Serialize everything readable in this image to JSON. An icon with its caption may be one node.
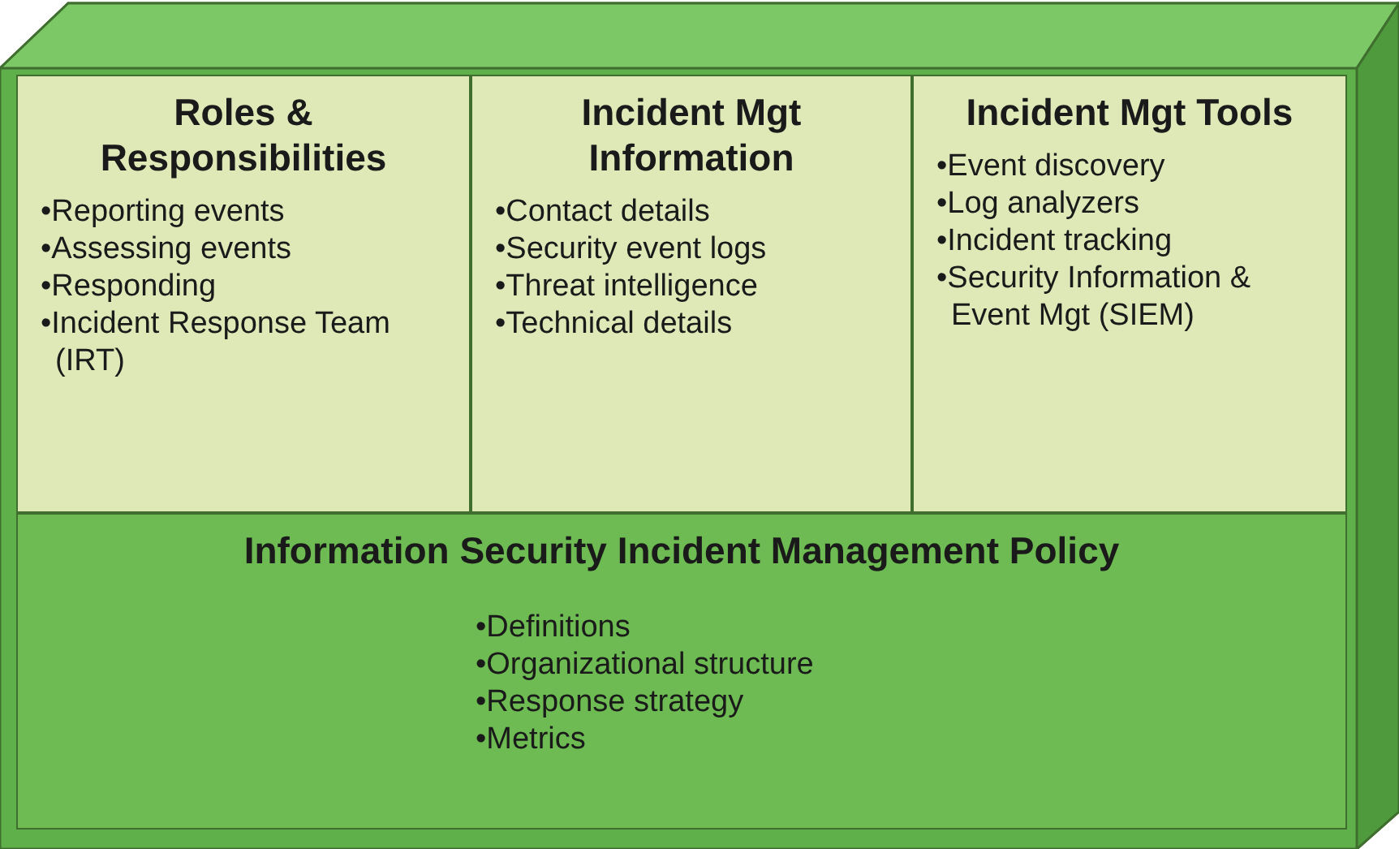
{
  "diagram": {
    "nodes": [
      {
        "text": [
          "Roles & Responsibilities",
          "•Reporting events",
          "•Assessing events",
          "•Responding",
          "•Incident Response Team (IRT)"
        ]
      },
      {
        "text": [
          "Incident Mgt Information",
          "•Contact details",
          "•Security event logs",
          "•Threat intelligence",
          "•Technical details"
        ]
      },
      {
        "text": [
          "Incident Mgt Tools",
          "•Event discovery",
          "•Log analyzers",
          "•Incident tracking",
          "•Security Information & Event Mgt (SIEM)"
        ]
      },
      {
        "text": [
          "Information Security Incident Management Policy",
          "•Definitions",
          "•Organizational structure",
          "•Response strategy",
          "•Metrics"
        ]
      }
    ]
  }
}
